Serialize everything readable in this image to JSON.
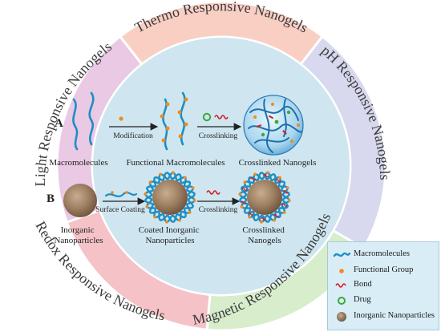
{
  "ring": {
    "thermo": "Thermo Responsive Nanogels",
    "ph": "pH Responsive Nanogels",
    "light": "Light Responsive Nanogels",
    "redox": "Redox Responsive Nanogels",
    "magnetic": "Magnetic Responsive Nanogels"
  },
  "colors": {
    "thermo": "#f9cfc4",
    "ph": "#d8d8ee",
    "light": "#e9c9e4",
    "redox": "#f5c2c7",
    "magnetic": "#d7edcc",
    "inner": "#cfe6f0",
    "chain": "#1d8fc4",
    "functional": "#f08a1e",
    "bond": "#d21f26",
    "drug": "#3aa935",
    "particle": "#9a7b5e",
    "legend_bg": "#d9edf7"
  },
  "route_a": {
    "label": "A",
    "step1": "Modification",
    "step2": "Crosslinking",
    "captions": [
      "Macromolecules",
      "Functional Macromolecules",
      "Crosslinked Nanogels"
    ]
  },
  "route_b": {
    "label": "B",
    "step1": "Surface Coating",
    "step2": "Crosslinking",
    "captions": [
      [
        "Inorganic",
        "Nanoparticles"
      ],
      [
        "Coated Inorganic",
        "Nanoparticles"
      ],
      [
        "Crosslinked",
        "Nanogels"
      ]
    ]
  },
  "legend": [
    {
      "icon": "chain-icon",
      "label": "Macromolecules"
    },
    {
      "icon": "functional-group-icon",
      "label": "Functional Group"
    },
    {
      "icon": "bond-icon",
      "label": "Bond"
    },
    {
      "icon": "drug-icon",
      "label": "Drug"
    },
    {
      "icon": "particle-icon",
      "label": "Inorganic Nanoparticles"
    }
  ]
}
